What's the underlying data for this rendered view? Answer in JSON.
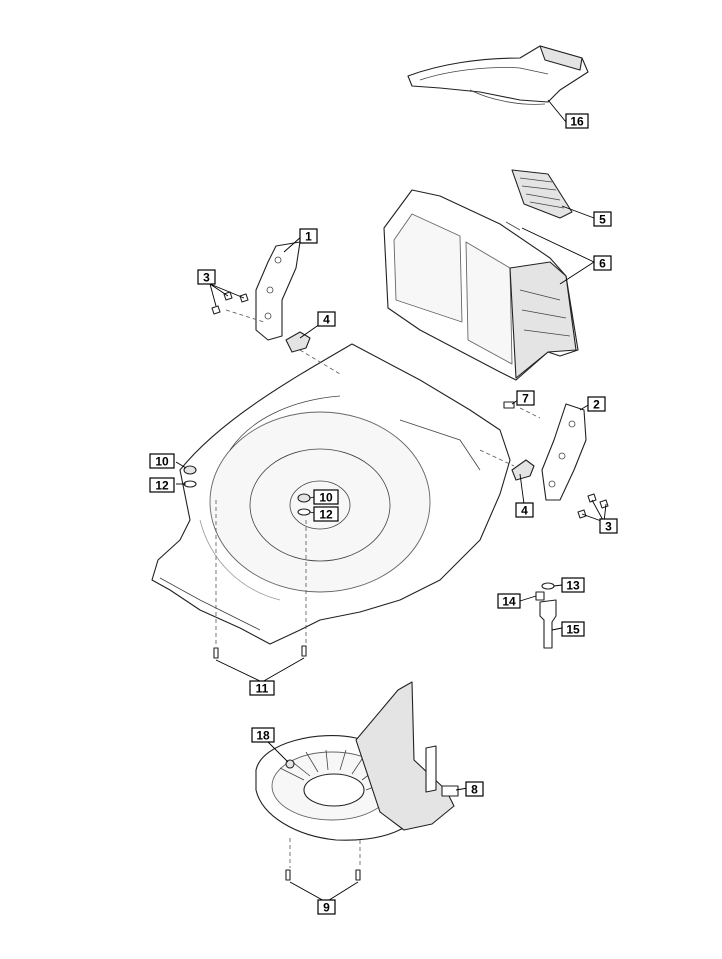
{
  "callouts": {
    "c1": "1",
    "c2": "2",
    "c3a": "3",
    "c3b": "3",
    "c4a": "4",
    "c4b": "4",
    "c5": "5",
    "c6": "6",
    "c7": "7",
    "c8": "8",
    "c9": "9",
    "c10a": "10",
    "c10b": "10",
    "c11": "11",
    "c12a": "12",
    "c12b": "12",
    "c13": "13",
    "c14": "14",
    "c15": "15",
    "c16": "16",
    "c18": "18"
  }
}
